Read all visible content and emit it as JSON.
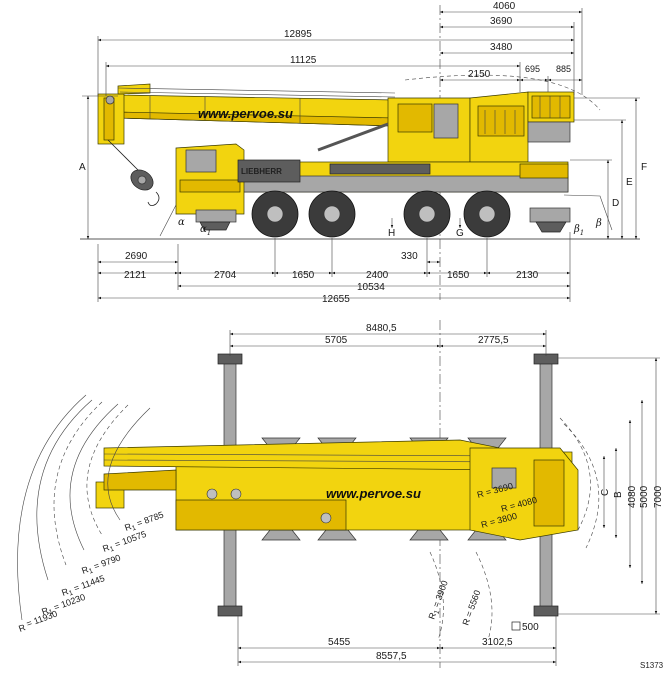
{
  "watermark_side": "www.pervoe.su",
  "watermark_top": "www.pervoe.su",
  "brand": "LIEBHERR",
  "drawing_code": "S1373",
  "colors": {
    "crane_yellow": "#f2d40f",
    "crane_yellow_shade": "#e2b900",
    "steel_grey": "#a7a7a7",
    "dark_grey": "#5d5d5d",
    "tire": "#3b3b3b"
  },
  "side_view": {
    "top_dims": [
      "4060",
      "3690",
      "12895",
      "3480",
      "11125",
      "2150",
      "695",
      "885"
    ],
    "bottom_dims": [
      "2690",
      "2121",
      "2704",
      "1650",
      "2400",
      "330",
      "1650",
      "2130",
      "10534",
      "12655"
    ],
    "height_labels": [
      "A",
      "D",
      "E",
      "F"
    ],
    "point_labels": [
      "H",
      "G"
    ],
    "angle_labels": [
      "α",
      "α",
      "β",
      "β"
    ],
    "angle_subscript": "1"
  },
  "top_view": {
    "top_dims": [
      "8480,5",
      "5705",
      "2775,5"
    ],
    "bottom_dims": [
      "5455",
      "3102,5",
      "8557,5"
    ],
    "right_dims": [
      "C",
      "B",
      "4080",
      "5000",
      "7000"
    ],
    "outrigger_pad": "500",
    "radius_labels": [
      {
        "r": "R",
        "sub": "1",
        "val": " = 8785"
      },
      {
        "r": "R",
        "sub": "1",
        "val": " = 10575"
      },
      {
        "r": "R",
        "sub": "1",
        "val": " = 9790"
      },
      {
        "r": "R",
        "sub": "1",
        "val": " = 11445"
      },
      {
        "r": "R",
        "sub": "1",
        "val": " = 10230"
      },
      {
        "r": "R",
        "sub": "",
        "val": " = 11930"
      },
      {
        "r": "R",
        "sub": "",
        "val": " = 3690"
      },
      {
        "r": "R",
        "sub": "",
        "val": " = 4080"
      },
      {
        "r": "R",
        "sub": "",
        "val": " = 3800"
      },
      {
        "r": "R",
        "sub": "1",
        "val": " = 3900"
      },
      {
        "r": "R",
        "sub": "",
        "val": " = 5560"
      }
    ]
  }
}
